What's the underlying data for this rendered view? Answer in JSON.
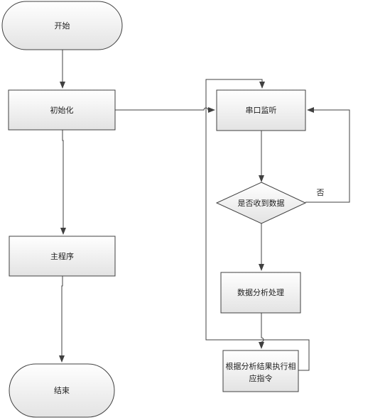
{
  "nodes": {
    "start": "开始",
    "init": "初始化",
    "main": "主程序",
    "end": "结束",
    "serial": "串口监听",
    "received": "是否收到数据",
    "analyze": "数据分析处理",
    "execute_line1": "根据分析结果执行相",
    "execute_line2": "应指令"
  },
  "edges": {
    "no_label": "否"
  },
  "colors": {
    "stroke": "#404040",
    "fill_top": "#ffffff",
    "fill_bottom": "#e6e6e6"
  }
}
